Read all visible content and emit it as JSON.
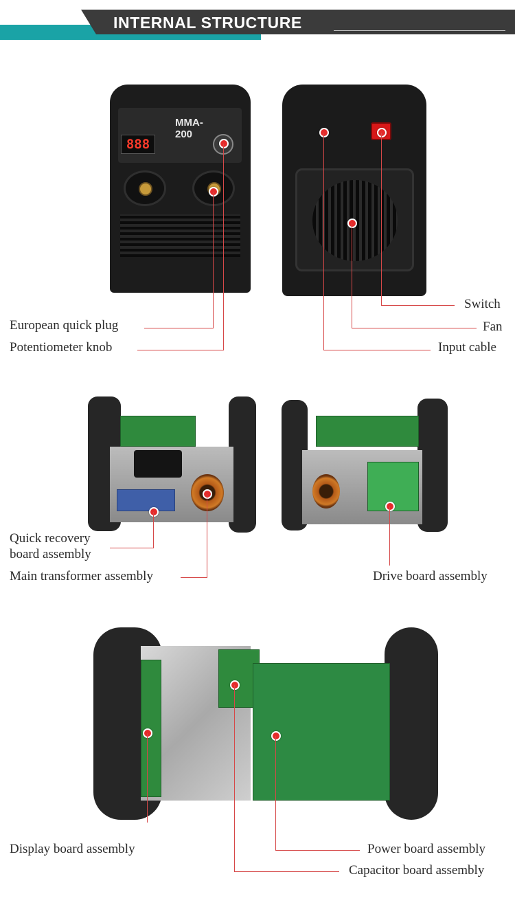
{
  "header": {
    "title": "INTERNAL STRUCTURE"
  },
  "front_panel": {
    "model": "MMA-200",
    "display": "888"
  },
  "section1": {
    "labels": {
      "european_quick_plug": "European quick plug",
      "potentiometer_knob": "Potentiometer knob",
      "switch": "Switch",
      "fan": "Fan",
      "input_cable": "Input cable"
    }
  },
  "section2": {
    "labels": {
      "quick_recovery_1": "Quick recovery",
      "quick_recovery_2": "board assembly",
      "main_transformer": "Main transformer assembly",
      "drive_board": "Drive board assembly"
    }
  },
  "section3": {
    "labels": {
      "display_board": "Display board assembly",
      "power_board": "Power board assembly",
      "capacitor_board": "Capacitor board assembly"
    }
  },
  "colors": {
    "accent_teal": "#1aa3a6",
    "banner_dark": "#3b3b3b",
    "leader_red": "#d64848",
    "marker_red": "#e52b2b"
  }
}
